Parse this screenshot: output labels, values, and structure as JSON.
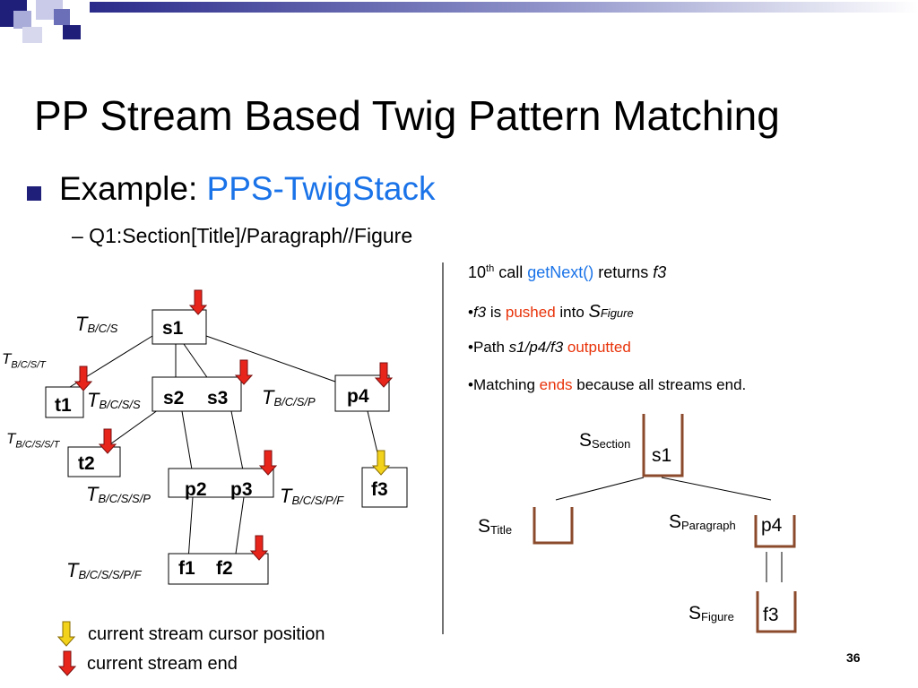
{
  "slide": {
    "title": "PP Stream Based Twig Pattern Matching",
    "bullet_prefix": "Example: ",
    "bullet_highlight": "PPS-TwigStack",
    "sub_bullet": "–  Q1:Section[Title]/Paragraph//Figure",
    "page_number": "36"
  },
  "right_panel": {
    "line1_pre": "10",
    "line1_sup": "th",
    "line1_mid": " call ",
    "line1_fn": "getNext()",
    "line1_post": " returns ",
    "line1_var": "f3",
    "line2_bullet": "•",
    "line2_var": "f3",
    "line2_mid": " is ",
    "line2_action": "pushed",
    "line2_into": " into ",
    "line2_s": "S",
    "line2_sub": "Figure",
    "line3_pre": "•Path ",
    "line3_path": "s1/p4/f3",
    "line3_action": " outputted",
    "line4_pre": "•Matching ",
    "line4_action": "ends",
    "line4_post": " because all streams end."
  },
  "streams": {
    "nodes": {
      "s1": "s1",
      "t1": "t1",
      "s2": "s2",
      "s3": "s3",
      "p4": "p4",
      "t2": "t2",
      "p2": "p2",
      "p3": "p3",
      "f3": "f3",
      "f1": "f1",
      "f2": "f2"
    },
    "labels": {
      "bcs": {
        "t": "T",
        "sub": "B/C/S"
      },
      "bcst": {
        "t": "T",
        "sub": "B/C/S/T"
      },
      "bcss": {
        "t": "T",
        "sub": "B/C/S/S"
      },
      "bcsp": {
        "t": "T",
        "sub": "B/C/S/P"
      },
      "bcsst": {
        "t": "T",
        "sub": "B/C/S/S/T"
      },
      "bcssp": {
        "t": "T",
        "sub": "B/C/S/S/P"
      },
      "bcspf": {
        "t": "T",
        "sub": "B/C/S/P/F"
      },
      "bcsspf": {
        "t": "T",
        "sub": "B/C/S/S/P/F"
      }
    }
  },
  "stacks": {
    "section": {
      "s": "S",
      "sub": "Section",
      "value": "s1"
    },
    "title": {
      "s": "S",
      "sub": "Title",
      "value": ""
    },
    "paragraph": {
      "s": "S",
      "sub": "Paragraph",
      "value": "p4"
    },
    "figure": {
      "s": "S",
      "sub": "Figure",
      "value": "f3"
    }
  },
  "legend": {
    "cursor": "current stream cursor position",
    "end": "current stream end"
  },
  "colors": {
    "accent_blue": "#1a73e8",
    "accent_red": "#e8330a",
    "arrow_red": "#e8251b",
    "arrow_yellow": "#f2d21a",
    "stack_brown": "#8b4a2b",
    "header_navy": "#1f1f7a"
  }
}
